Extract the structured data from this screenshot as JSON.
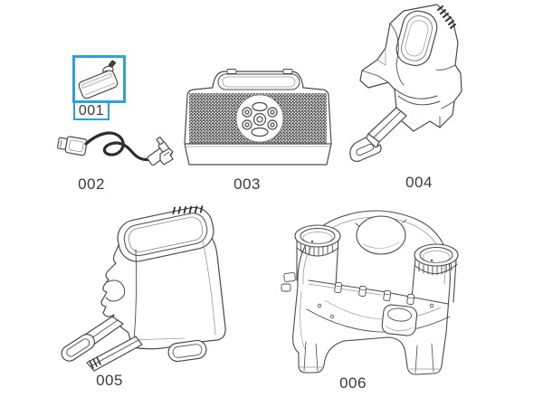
{
  "diagram": {
    "background": "#ffffff",
    "line_color": "#4a4a4a",
    "highlight_color": "#2aa3dc",
    "label_color": "#3b3b3b",
    "selected_part_label": "001"
  },
  "parts": [
    {
      "label": "001",
      "shape": "power-plug-adapter",
      "selected": true
    },
    {
      "label": "002",
      "shape": "usb-charging-cable",
      "selected": false
    },
    {
      "label": "003",
      "shape": "speaker-grille-panel",
      "selected": false
    },
    {
      "label": "004",
      "shape": "console-upper-housing",
      "selected": false
    },
    {
      "label": "005",
      "shape": "console-main-body",
      "selected": false
    },
    {
      "label": "006",
      "shape": "cup-holder-tray-base",
      "selected": false
    }
  ]
}
